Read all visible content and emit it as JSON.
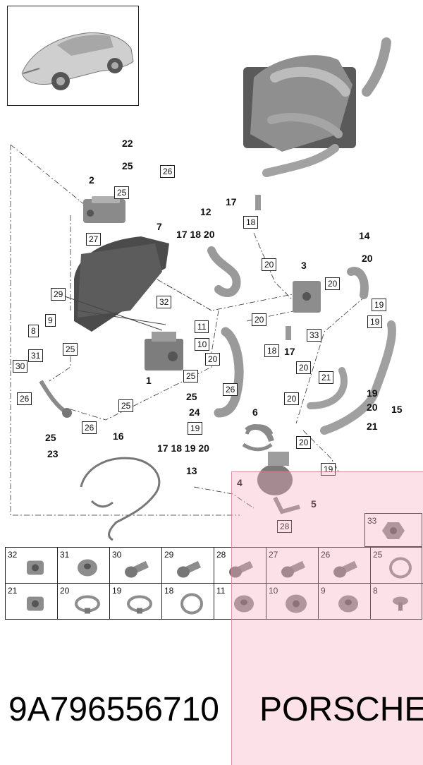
{
  "diagram": {
    "callouts": [
      "1",
      "2",
      "3",
      "4",
      "5",
      "6",
      "7",
      "8",
      "9",
      "10",
      "11",
      "12",
      "13",
      "14",
      "15",
      "16",
      "17",
      "18",
      "19",
      "20",
      "21",
      "22",
      "23",
      "24",
      "25",
      "26",
      "27",
      "28",
      "29",
      "30",
      "31",
      "32",
      "33"
    ],
    "group_labels": {
      "g12": "12",
      "g12_sub": "17 18 20",
      "g14": "14",
      "g14_sub": "20",
      "g22": "22",
      "g22_sub": "25",
      "g13": "13",
      "g13_sub": "17 18 19 20",
      "g15": "15",
      "g15_a": "19",
      "g15_b": "20",
      "g15_c": "21",
      "g23": "23",
      "g23_sub": "25",
      "g24": "24",
      "g24_sub": "25"
    }
  },
  "parts_table": {
    "row1": [
      "32",
      "31",
      "30",
      "29",
      "28",
      "27",
      "26",
      "25"
    ],
    "row2": [
      "21",
      "20",
      "19",
      "18",
      "11",
      "10",
      "9",
      "8"
    ]
  },
  "extra_cell": "33",
  "footer": {
    "part_number": "9A796556710",
    "brand": "PORSCHE"
  },
  "colors": {
    "highlight": "#f8aabe",
    "part_gray": "#8d8d8d",
    "panel_dark": "#4d4d4d"
  }
}
